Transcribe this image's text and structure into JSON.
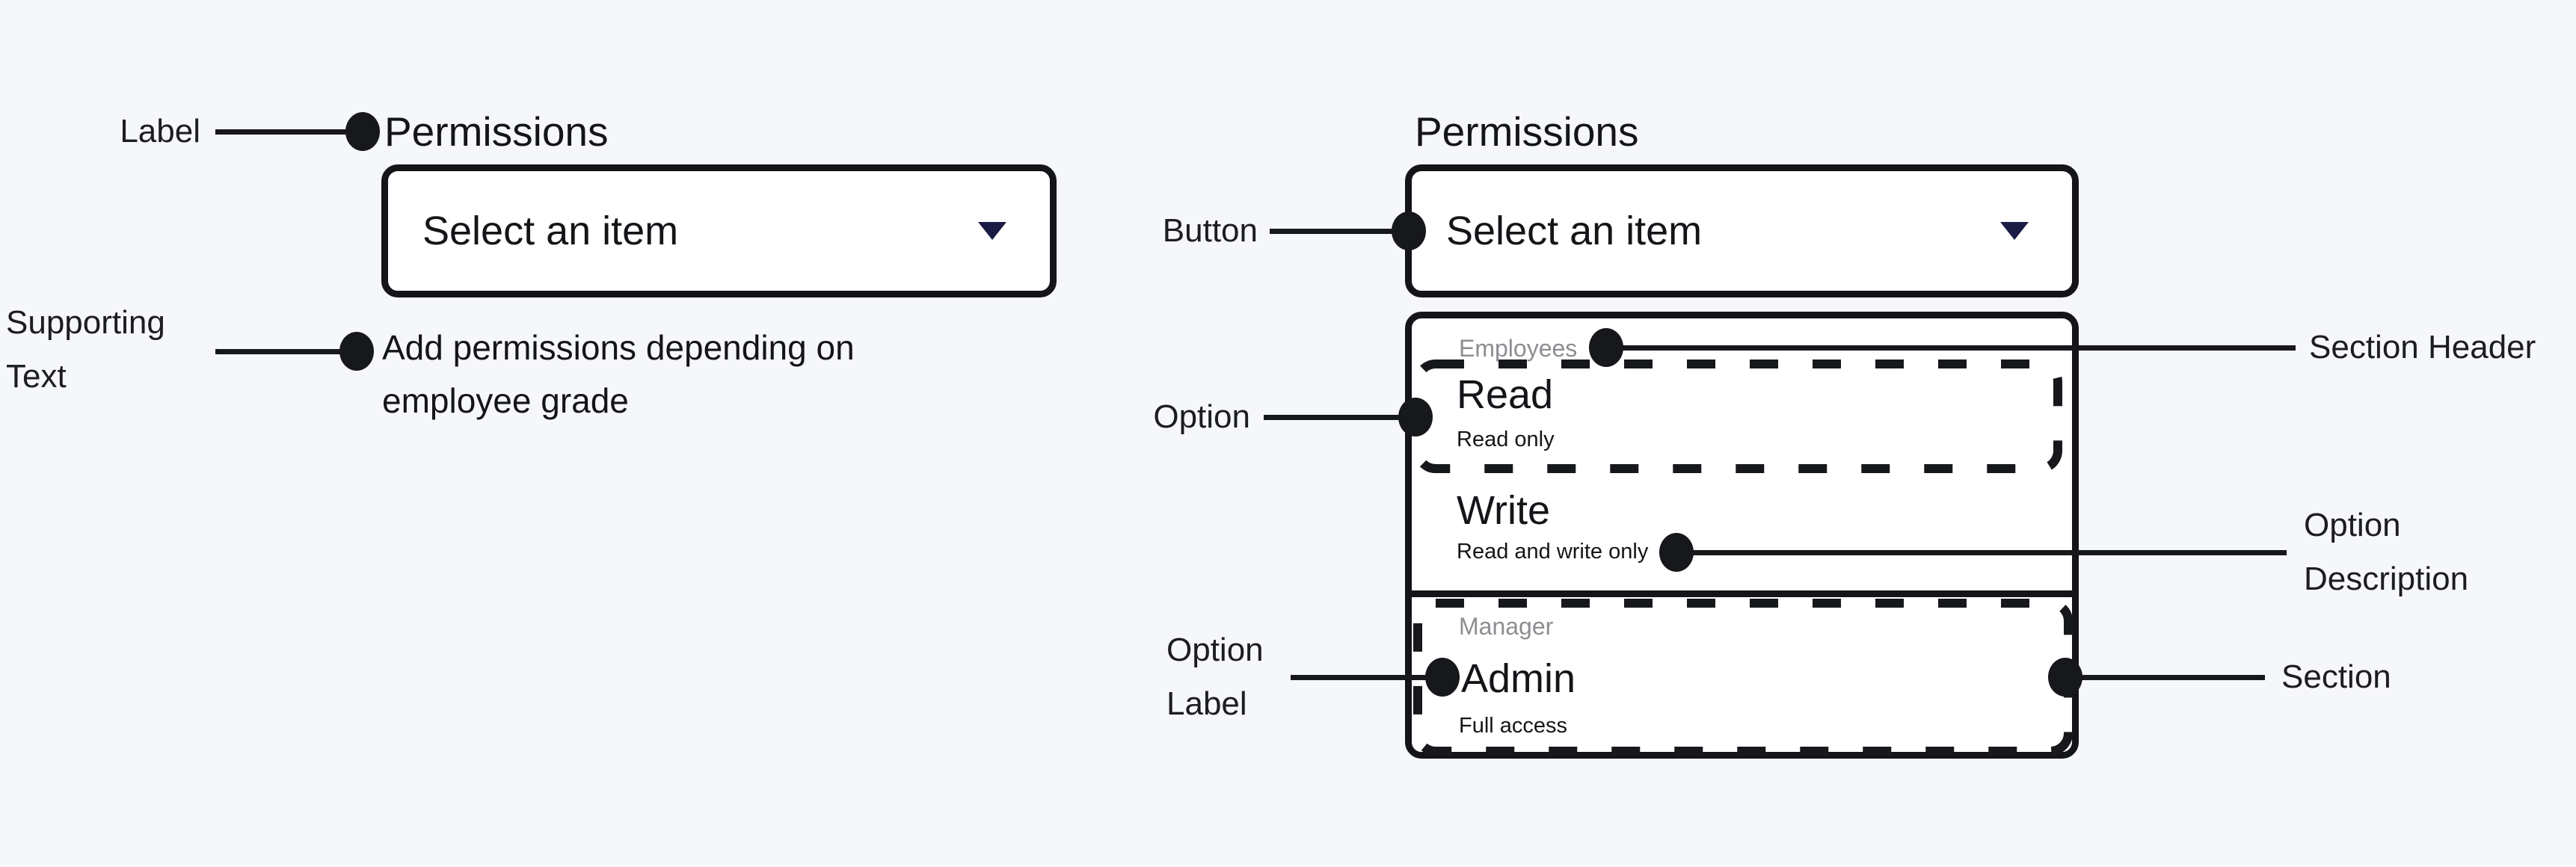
{
  "colors": {
    "background": "#f6f7fa",
    "ink": "#141519",
    "surface": "#ffffff",
    "section_header_gray": "#8c8e92",
    "caret_navy": "#1b1c45"
  },
  "left_component": {
    "label": "Permissions",
    "button": {
      "text": "Select an item",
      "caret_icon": "chevron-down"
    },
    "supporting_text": [
      "Add permissions depending on",
      "employee grade"
    ]
  },
  "right_component": {
    "label": "Permissions",
    "button": {
      "text": "Select an item",
      "caret_icon": "chevron-down"
    },
    "listbox": {
      "sections": [
        {
          "header": "Employees",
          "options": [
            {
              "label": "Read",
              "description": "Read only"
            },
            {
              "label": "Write",
              "description": "Read and write only"
            }
          ]
        },
        {
          "header": "Manager",
          "options": [
            {
              "label": "Admin",
              "description": "Full access"
            }
          ]
        }
      ]
    }
  },
  "annotations": {
    "label": "Label",
    "supporting_text": [
      "Supporting",
      "Text"
    ],
    "button": "Button",
    "option": "Option",
    "option_label": [
      "Option",
      "Label"
    ],
    "section_header": "Section Header",
    "option_description": [
      "Option",
      "Description"
    ],
    "section": "Section"
  }
}
